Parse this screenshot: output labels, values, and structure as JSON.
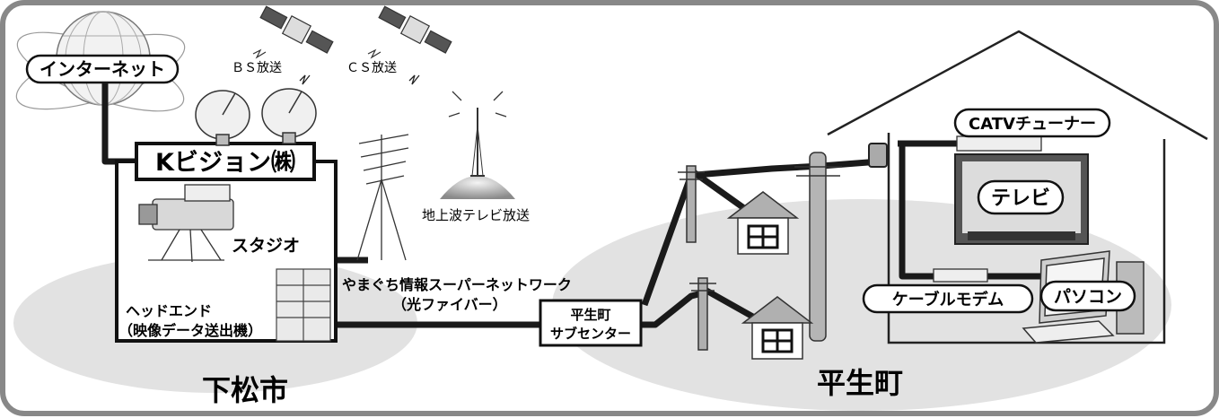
{
  "labels": {
    "internet": "インターネット",
    "bs": "ＢＳ放送",
    "cs": "ＣＳ放送",
    "kvision": "Kビジョン㈱",
    "studio": "スタジオ",
    "headend_line1": "ヘッドエンド",
    "headend_line2": "（映像データ送出機）",
    "terrestrial": "地上波テレビ放送",
    "network_line1": "やまぐち情報スーパーネットワーク",
    "network_line2": "（光ファイバー）",
    "subcenter_line1": "平生町",
    "subcenter_line2": "サブセンター",
    "city_left": "下松市",
    "town_right": "平生町",
    "catv_tuner": "CATVチューナー",
    "tv": "テレビ",
    "cable_modem": "ケーブルモデム",
    "pc": "パソコン"
  },
  "colors": {
    "frame_border": "#888888",
    "region_fill": "#e2e2e2",
    "line": "#1a1a1a"
  }
}
